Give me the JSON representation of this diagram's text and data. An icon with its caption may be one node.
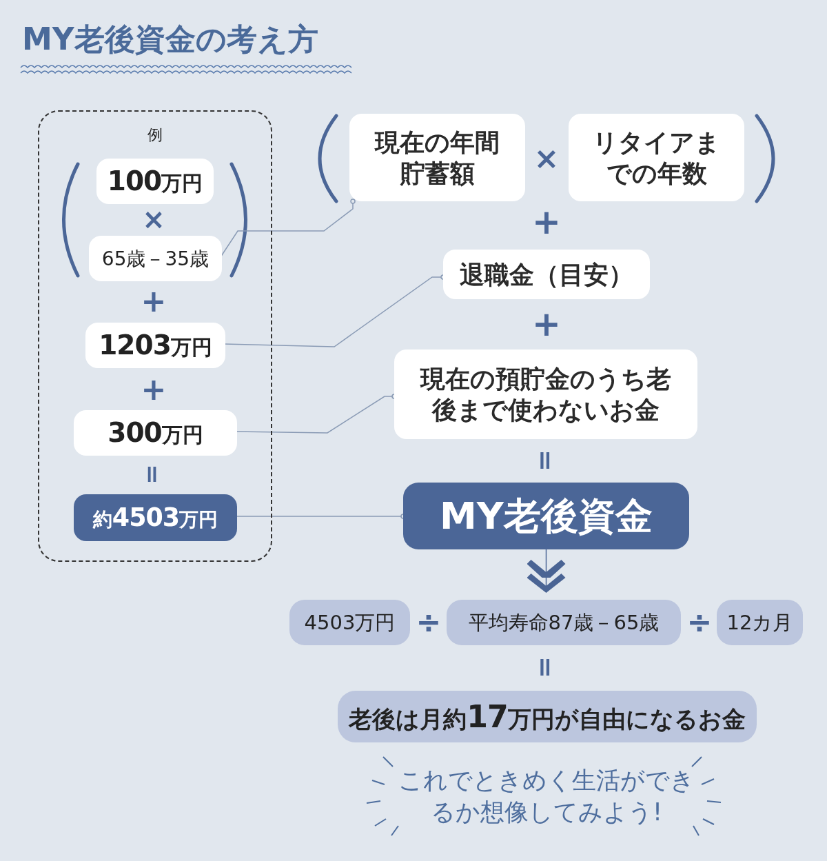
{
  "diagram": {
    "title": "MY老後資金の考え方",
    "nodes": [
      {
        "text": [
          "例"
        ]
      },
      {
        "text": [
          "**100**万円"
        ],
        "in": 0
      },
      {
        "text": [
          "65歳－35歳"
        ],
        "in": 0
      },
      {
        "text": [
          "**1203**万円"
        ],
        "in": 0
      },
      {
        "text": [
          "**300**万円"
        ],
        "in": 0
      },
      {
        "text": [
          "約**4503**万円"
        ],
        "in": 0
      },
      {
        "text": [
          "現在の年間貯蓄額"
        ]
      },
      {
        "text": [
          "リタイアまでの年数"
        ]
      },
      {
        "text": [
          "退職金（目安）"
        ]
      },
      {
        "text": [
          "現在の預貯金のうち老後まで使わないお金"
        ]
      },
      {
        "text": [
          "MY老後資金"
        ]
      },
      {
        "text": [
          "4503万円"
        ]
      },
      {
        "text": [
          "平均寿命87歳－65歳"
        ]
      },
      {
        "text": [
          "12カ月"
        ]
      },
      {
        "text": [
          "老後は月約**17**万円が自由になるお金"
        ]
      }
    ],
    "edges": [
      {
        "from": 2,
        "to": 6,
        "arrow": "other"
      },
      {
        "from": 3,
        "to": 8,
        "arrow": "other"
      },
      {
        "from": 4,
        "to": 9,
        "arrow": "other"
      },
      {
        "from": 5,
        "to": 10,
        "arrow": "other"
      },
      {
        "from": 10,
        "to": 12,
        "arrow": "to"
      }
    ],
    "labels": [
      "×",
      "×",
      "+",
      "+",
      "+",
      "+",
      "＝",
      "＝",
      "÷",
      "÷",
      "＝",
      "これでときめく生活ができるか想像してみよう!"
    ]
  }
}
